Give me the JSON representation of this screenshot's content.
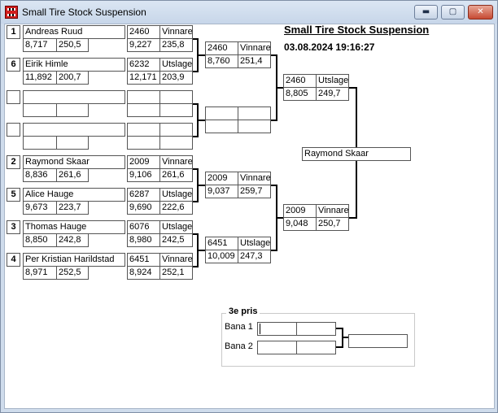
{
  "window": {
    "title": "Small Tire Stock Suspension",
    "icon": "film-icon",
    "buttons": {
      "minimize": "▬",
      "maximize": "▢",
      "close": "✕"
    }
  },
  "header": {
    "title": "Small Tire Stock Suspension",
    "datetime": "03.08.2024 19:16:27"
  },
  "round1": [
    {
      "seed": "1",
      "name": "Andreas  Ruud",
      "time": "8,717",
      "speed": "250,5"
    },
    {
      "seed": "6",
      "name": "Eirik Himle",
      "time": "11,892",
      "speed": "200,7"
    },
    {
      "seed": "",
      "name": "",
      "time": "",
      "speed": ""
    },
    {
      "seed": "",
      "name": "",
      "time": "",
      "speed": ""
    },
    {
      "seed": "2",
      "name": "Raymond Skaar",
      "time": "8,836",
      "speed": "261,6"
    },
    {
      "seed": "5",
      "name": "Alice  Hauge",
      "time": "9,673",
      "speed": "223,7"
    },
    {
      "seed": "3",
      "name": "Thomas Hauge",
      "time": "8,850",
      "speed": "242,8"
    },
    {
      "seed": "4",
      "name": "Per Kristian Harildstad",
      "time": "8,971",
      "speed": "252,5"
    }
  ],
  "round2": [
    {
      "num": "2460",
      "result": "Vinnare",
      "time": "9,227",
      "speed": "235,8"
    },
    {
      "num": "6232",
      "result": "Utslager",
      "time": "12,171",
      "speed": "203,9"
    },
    {
      "num": "",
      "result": "",
      "time": "",
      "speed": ""
    },
    {
      "num": "",
      "result": "",
      "time": "",
      "speed": ""
    },
    {
      "num": "2009",
      "result": "Vinnare",
      "time": "9,106",
      "speed": "261,6"
    },
    {
      "num": "6287",
      "result": "Utslager",
      "time": "9,690",
      "speed": "222,6"
    },
    {
      "num": "6076",
      "result": "Utslager",
      "time": "8,980",
      "speed": "242,5"
    },
    {
      "num": "6451",
      "result": "Vinnare",
      "time": "8,924",
      "speed": "252,1"
    }
  ],
  "round3": [
    {
      "num": "2460",
      "result": "Vinnare",
      "time": "8,760",
      "speed": "251,4"
    },
    {
      "num": "",
      "result": "",
      "time": "",
      "speed": ""
    },
    {
      "num": "2009",
      "result": "Vinnare",
      "time": "9,037",
      "speed": "259,7"
    },
    {
      "num": "6451",
      "result": "Utslager",
      "time": "10,009",
      "speed": "247,3"
    }
  ],
  "round4": [
    {
      "num": "2460",
      "result": "Utslager",
      "time": "8,805",
      "speed": "249,7"
    },
    {
      "num": "2009",
      "result": "Vinnare",
      "time": "9,048",
      "speed": "250,7"
    }
  ],
  "winner": "Raymond Skaar",
  "third_place": {
    "legend": "3e pris",
    "lane1_label": "Bana 1",
    "lane2_label": "Bana 2",
    "lane1": {
      "num": "",
      "result": ""
    },
    "lane2": {
      "num": "",
      "result": ""
    },
    "winner": ""
  }
}
